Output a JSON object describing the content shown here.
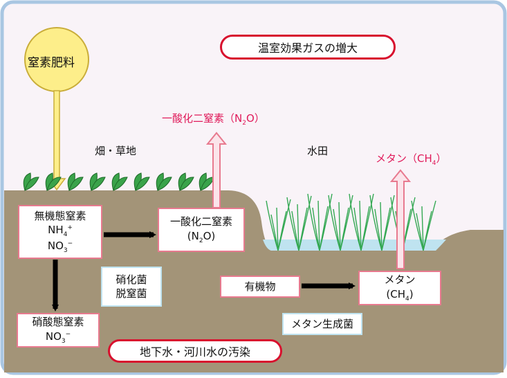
{
  "title": "温室効果ガスの増大",
  "fertilizer": "窒素肥料",
  "upland_label": "畑・草地",
  "paddy_label": "水田",
  "n2o_emission": {
    "text": "一酸化二窒素（N",
    "sub": "2",
    "tail": "O）"
  },
  "ch4_emission": {
    "text": "メタン（CH",
    "sub": "4",
    "tail": "）"
  },
  "inorganic_n": {
    "label": "無機態窒素",
    "nh4": "NH",
    "nh4_sub": "4",
    "nh4_sup": "+",
    "no3": "NO",
    "no3_sub": "3",
    "no3_sup": "−"
  },
  "n2o_box": {
    "label": "一酸化二窒素",
    "formula": "(N",
    "sub": "2",
    "tail": "O)"
  },
  "bacteria_n": {
    "line1": "硝化菌",
    "line2": "脱窒菌"
  },
  "nitrate_n": {
    "label": "硝酸態窒素",
    "no3": "NO",
    "no3_sub": "3",
    "no3_sup": "−"
  },
  "organic_matter": "有機物",
  "methane_box": {
    "label": "メタン",
    "formula": "(CH",
    "sub": "4",
    "tail": ")"
  },
  "methanogen": "メタン生成菌",
  "groundwater": "地下水・河川水の汚染",
  "colors": {
    "sky": "#f9f3f8",
    "frame": "#a9c6e2",
    "soil": "#a39478",
    "water": "#bfe3f0",
    "red": "#d8102e",
    "pink_arrow": "#f3aab8",
    "plant": "#3aa34a",
    "fert_ball": "#fdee8a"
  }
}
